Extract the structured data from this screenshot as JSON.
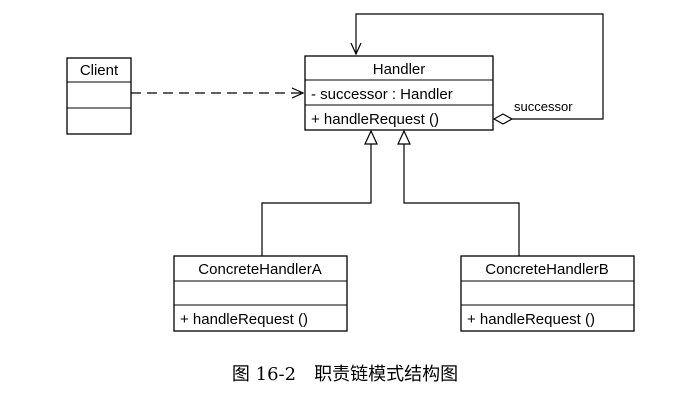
{
  "classes": {
    "client": {
      "name": "Client",
      "attributes": [],
      "operations": []
    },
    "handler": {
      "name": "Handler",
      "attributes": [
        "- successor : Handler"
      ],
      "operations": [
        "+ handleRequest ()"
      ]
    },
    "concrete_a": {
      "name": "ConcreteHandlerA",
      "attributes": [],
      "operations": [
        "+ handleRequest ()"
      ]
    },
    "concrete_b": {
      "name": "ConcreteHandlerB",
      "attributes": [],
      "operations": [
        "+ handleRequest ()"
      ]
    }
  },
  "relations": {
    "self_aggregation_label": "successor"
  },
  "caption": "图 16-2　职责链模式结构图"
}
